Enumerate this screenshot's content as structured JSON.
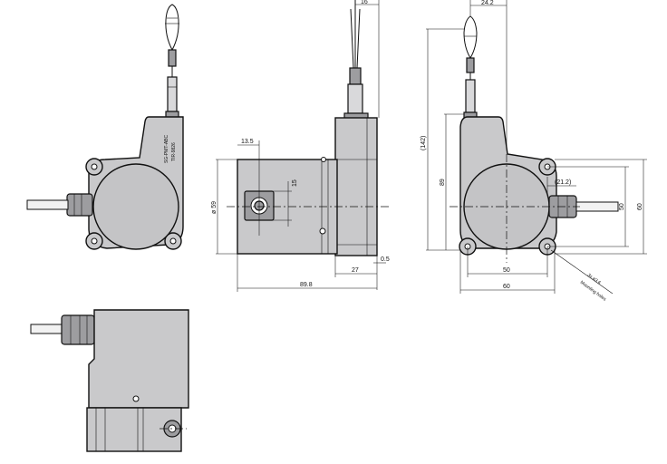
{
  "dimensions": {
    "top_offset_mid": "16",
    "top_offset_right": "24.2",
    "hole_offset": "13.5",
    "diameter": "ø 59",
    "fitting_height": "15",
    "flange_width": "27",
    "flange_gap": "0.5",
    "total_length": "89.8",
    "overall_height": "(142)",
    "body_height": "89",
    "connector_offset": "(21.2)",
    "inner_height": "50",
    "outer_height": "60",
    "inner_width": "50",
    "outer_width": "60"
  },
  "annotations": {
    "mounting_holes_count": "3x ø3.6",
    "mounting_holes_label": "Mounting holes",
    "label_line_1": "SG-PMT-ABC",
    "label_line_2": "TIR-9826"
  },
  "colors": {
    "housing": "#c9c9cb",
    "housing_dark": "#9d9da0",
    "line": "#111111"
  }
}
